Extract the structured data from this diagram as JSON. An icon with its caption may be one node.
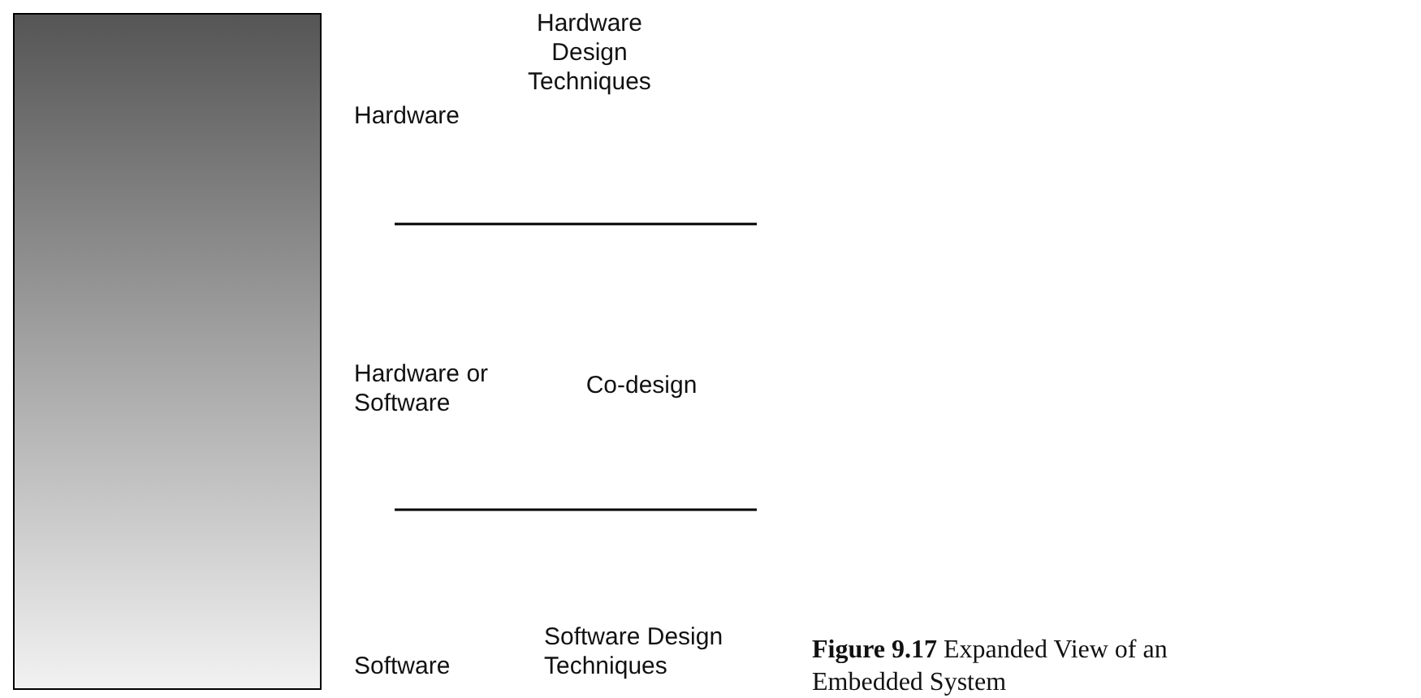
{
  "diagram": {
    "nodes": [
      {
        "text": [],
        "shape": "bar"
      }
    ],
    "caption": "**Figure 9.17**  Expanded View of an Embedded System",
    "labels": [
      "Hardware",
      "Hardware Design Techniques",
      "Hardware or Software",
      "Co-design",
      "Software",
      "Software Design Techniques"
    ]
  }
}
